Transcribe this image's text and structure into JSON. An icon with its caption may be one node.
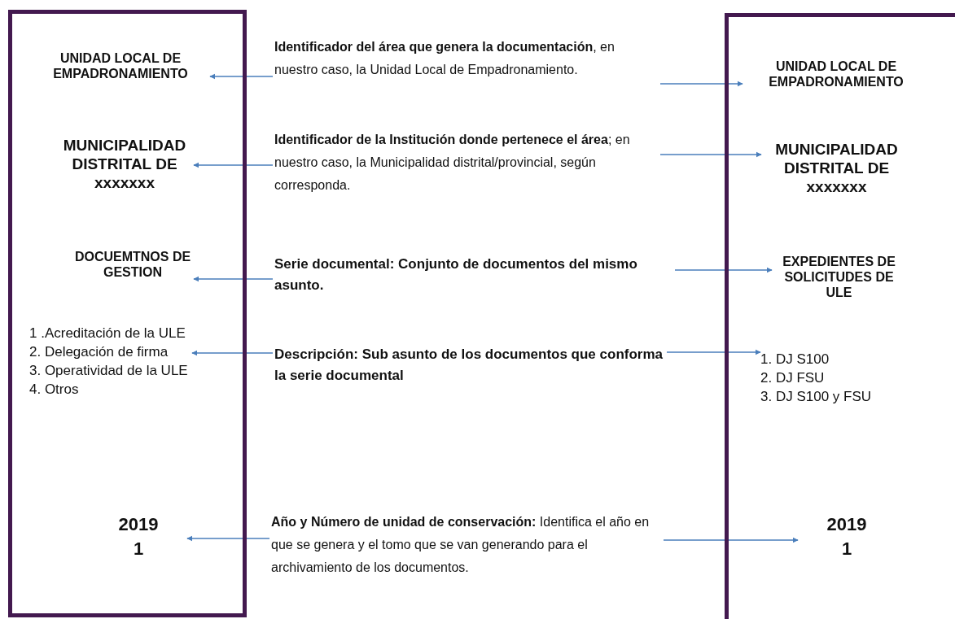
{
  "diagram": {
    "nodes": [
      {
        "text": [],
        "shape": "box"
      },
      {
        "text": [
          "UNIDAD LOCAL DE EMPADRONAMIENTO"
        ],
        "in": 0
      },
      {
        "text": [
          "MUNICIPALIDAD DISTRITAL DE xxxxxxx"
        ],
        "in": 0
      },
      {
        "text": [
          "DOCUEMTNOS DE GESTION"
        ],
        "in": 0
      },
      {
        "text": [
          "1 .Acreditación de la ULE",
          "2. Delegación de firma",
          "3. Operatividad de la ULE",
          "4. Otros"
        ],
        "in": 0
      },
      {
        "text": [
          "2019",
          "1"
        ],
        "in": 0
      },
      {
        "text": [],
        "shape": "box"
      },
      {
        "text": [
          "UNIDAD LOCAL DE EMPADRONAMIENTO"
        ],
        "in": 6
      },
      {
        "text": [
          "MUNICIPALIDAD DISTRITAL DE xxxxxxx"
        ],
        "in": 6
      },
      {
        "text": [
          "EXPEDIENTES DE SOLICITUDES DE ULE"
        ],
        "in": 6
      },
      {
        "text": [
          "1. DJ S100",
          "2. DJ FSU",
          "3. DJ S100 y FSU"
        ],
        "in": 6
      },
      {
        "text": [
          "2019",
          "1"
        ],
        "in": 6
      },
      {
        "text": [
          "**Identificador del área que genera la documentación**, en nuestro caso, la Unidad Local de Empadronamiento."
        ]
      },
      {
        "text": [
          "**Identificador de la Institución donde pertenece el área**; en nuestro caso, la Municipalidad distrital/provincial, según corresponda."
        ]
      },
      {
        "text": [
          "Serie documental: Conjunto de documentos del mismo asunto."
        ]
      },
      {
        "text": [
          "Descripción: Sub asunto de los documentos que conforma la serie documental"
        ]
      },
      {
        "text": [
          "**Año y Número de unidad de conservación:** Identifica el año en que se genera y el tomo que se van generando para el archivamiento de los documentos."
        ]
      }
    ],
    "edges": [
      {
        "from": 12,
        "to": 1,
        "arrow": "to"
      },
      {
        "from": 12,
        "to": 7,
        "arrow": "to"
      },
      {
        "from": 13,
        "to": 2,
        "arrow": "to"
      },
      {
        "from": 13,
        "to": 8,
        "arrow": "to"
      },
      {
        "from": 14,
        "to": 3,
        "arrow": "to"
      },
      {
        "from": 14,
        "to": 9,
        "arrow": "to"
      },
      {
        "from": 15,
        "to": 4,
        "arrow": "to"
      },
      {
        "from": 15,
        "to": 10,
        "arrow": "to"
      },
      {
        "from": 16,
        "to": 5,
        "arrow": "to"
      },
      {
        "from": 16,
        "to": 11,
        "arrow": "to"
      }
    ]
  }
}
